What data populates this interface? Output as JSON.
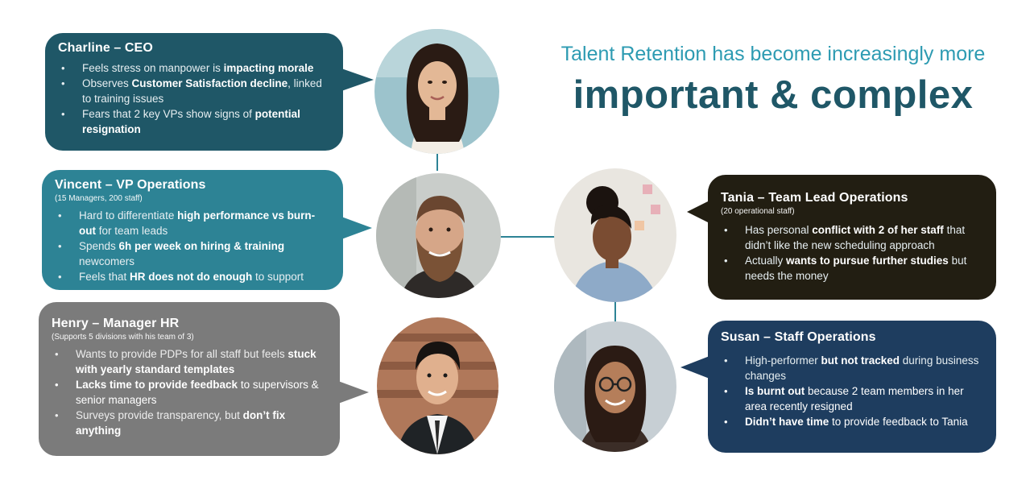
{
  "headline": {
    "top": "Talent Retention has become increasingly more",
    "main": "important & complex"
  },
  "charline": {
    "title": "Charline – CEO",
    "b1_pre": "Feels stress on manpower is ",
    "b1_bold": "impacting morale",
    "b2_pre": "Observes ",
    "b2_bold": "Customer Satisfaction decline",
    "b2_post": ", linked to training issues",
    "b3_pre": "Fears that 2 key VPs show signs of ",
    "b3_bold": "potential resignation"
  },
  "vincent": {
    "title": "Vincent  – VP Operations",
    "subtitle": "(15 Managers, 200 staff)",
    "b1_pre": "Hard to differentiate ",
    "b1_bold": "high performance vs burn-out",
    "b1_post": " for team leads",
    "b2_pre": "Spends ",
    "b2_bold": "6h per week on hiring & training",
    "b2_post": " newcomers",
    "b3_pre": "Feels that ",
    "b3_bold": "HR does not do enough",
    "b3_post": " to support"
  },
  "henry": {
    "title": "Henry – Manager HR",
    "subtitle": "(Supports 5 divisions with his team of 3)",
    "b1_pre": "Wants to provide PDPs for all staff but feels ",
    "b1_bold": "stuck with yearly standard templates",
    "b2_bold": "Lacks time to provide feedback",
    "b2_post": " to supervisors & senior managers",
    "b3_pre": "Surveys provide transparency, but ",
    "b3_bold": "don’t fix anything"
  },
  "tania": {
    "title": "Tania – Team Lead Operations",
    "subtitle": "(20 operational staff)",
    "b1_pre": "Has personal ",
    "b1_bold": "conflict with 2 of her staff",
    "b1_post": " that didn’t like the new scheduling approach",
    "b2_pre": "Actually ",
    "b2_bold": "wants to pursue further studies",
    "b2_post": " but needs the money"
  },
  "susan": {
    "title": "Susan  – Staff Operations",
    "b1_pre": "High-performer ",
    "b1_bold": "but not tracked",
    "b1_post": " during business changes",
    "b2_bold": "Is burnt out",
    "b2_post": " because 2 team members in her area recently resigned",
    "b3_bold": "Didn’t have time",
    "b3_post": " to provide feedback to Tania"
  },
  "colors": {
    "charline": "#1f5767",
    "vincent": "#2d8395",
    "henry": "#7b7b7b",
    "tania": "#221e12",
    "susan": "#1e3d5f",
    "headline_light": "#2d9bb2",
    "headline_dark": "#1f5767"
  }
}
